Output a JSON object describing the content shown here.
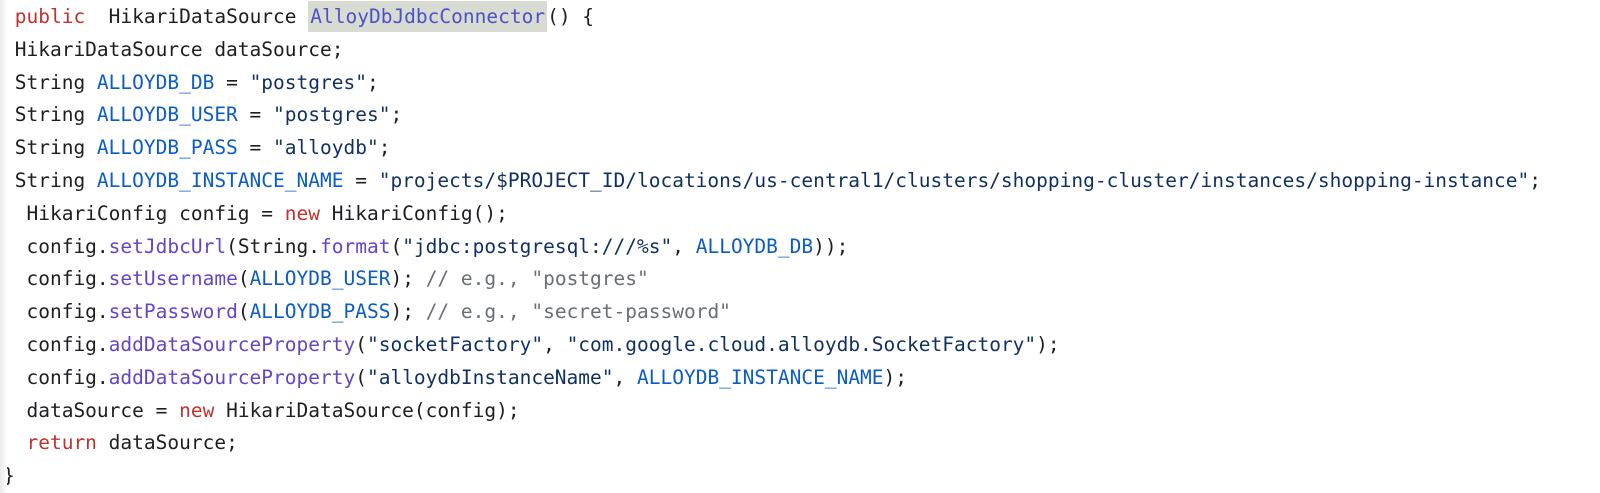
{
  "app": {
    "type": "code-snippet-view",
    "language": "java",
    "snippet_title": "AlloyDbJdbcConnector"
  },
  "colors": {
    "background": "#ffffff",
    "default_text": "#1c1e21",
    "keyword": "#c2312d",
    "constant": "#0b5cc4",
    "function": "#6247c5",
    "definition": "#4d51c7",
    "string": "#10305f",
    "comment": "#696e76",
    "highlight_background": "#d7dbd1"
  },
  "code": {
    "highlighted_symbol": "AlloyDbJdbcConnector",
    "lines": [
      {
        "tokens": [
          [
            "plain",
            " "
          ],
          [
            "keyword",
            "public"
          ],
          [
            "plain",
            "  HikariDataSource "
          ],
          [
            "definition",
            "AlloyDbJdbcConnector"
          ],
          [
            "plain",
            "() {"
          ]
        ]
      },
      {
        "tokens": [
          [
            "plain",
            " HikariDataSource dataSource;"
          ]
        ]
      },
      {
        "tokens": [
          [
            "plain",
            " String "
          ],
          [
            "constant",
            "ALLOYDB_DB"
          ],
          [
            "plain",
            " = "
          ],
          [
            "string",
            "\"postgres\""
          ],
          [
            "plain",
            ";"
          ]
        ]
      },
      {
        "tokens": [
          [
            "plain",
            " String "
          ],
          [
            "constant",
            "ALLOYDB_USER"
          ],
          [
            "plain",
            " = "
          ],
          [
            "string",
            "\"postgres\""
          ],
          [
            "plain",
            ";"
          ]
        ]
      },
      {
        "tokens": [
          [
            "plain",
            " String "
          ],
          [
            "constant",
            "ALLOYDB_PASS"
          ],
          [
            "plain",
            " = "
          ],
          [
            "string",
            "\"alloydb\""
          ],
          [
            "plain",
            ";"
          ]
        ]
      },
      {
        "tokens": [
          [
            "plain",
            " String "
          ],
          [
            "constant",
            "ALLOYDB_INSTANCE_NAME"
          ],
          [
            "plain",
            " = "
          ],
          [
            "string",
            "\"projects/$PROJECT_ID/locations/us-central1/clusters/shopping-cluster/instances/shopping-instance\""
          ],
          [
            "plain",
            ";"
          ]
        ]
      },
      {
        "tokens": [
          [
            "plain",
            "  HikariConfig config = "
          ],
          [
            "keyword",
            "new"
          ],
          [
            "plain",
            " HikariConfig();"
          ]
        ]
      },
      {
        "tokens": [
          [
            "plain",
            "  config."
          ],
          [
            "function",
            "setJdbcUrl"
          ],
          [
            "plain",
            "(String."
          ],
          [
            "function",
            "format"
          ],
          [
            "plain",
            "("
          ],
          [
            "string",
            "\"jdbc:postgresql:///%s\""
          ],
          [
            "plain",
            ", "
          ],
          [
            "constant",
            "ALLOYDB_DB"
          ],
          [
            "plain",
            "));"
          ]
        ]
      },
      {
        "tokens": [
          [
            "plain",
            "  config."
          ],
          [
            "function",
            "setUsername"
          ],
          [
            "plain",
            "("
          ],
          [
            "constant",
            "ALLOYDB_USER"
          ],
          [
            "plain",
            "); "
          ],
          [
            "comment",
            "// e.g., \"postgres\""
          ]
        ]
      },
      {
        "tokens": [
          [
            "plain",
            "  config."
          ],
          [
            "function",
            "setPassword"
          ],
          [
            "plain",
            "("
          ],
          [
            "constant",
            "ALLOYDB_PASS"
          ],
          [
            "plain",
            "); "
          ],
          [
            "comment",
            "// e.g., \"secret-password\""
          ]
        ]
      },
      {
        "tokens": [
          [
            "plain",
            "  config."
          ],
          [
            "function",
            "addDataSourceProperty"
          ],
          [
            "plain",
            "("
          ],
          [
            "string",
            "\"socketFactory\""
          ],
          [
            "plain",
            ", "
          ],
          [
            "string",
            "\"com.google.cloud.alloydb.SocketFactory\""
          ],
          [
            "plain",
            ");"
          ]
        ]
      },
      {
        "tokens": [
          [
            "plain",
            "  config."
          ],
          [
            "function",
            "addDataSourceProperty"
          ],
          [
            "plain",
            "("
          ],
          [
            "string",
            "\"alloydbInstanceName\""
          ],
          [
            "plain",
            ", "
          ],
          [
            "constant",
            "ALLOYDB_INSTANCE_NAME"
          ],
          [
            "plain",
            ");"
          ]
        ]
      },
      {
        "tokens": [
          [
            "plain",
            "  dataSource = "
          ],
          [
            "keyword",
            "new"
          ],
          [
            "plain",
            " HikariDataSource(config);"
          ]
        ]
      },
      {
        "tokens": [
          [
            "plain",
            "  "
          ],
          [
            "keyword",
            "return"
          ],
          [
            "plain",
            " dataSource;"
          ]
        ]
      },
      {
        "tokens": [
          [
            "plain",
            "}"
          ]
        ]
      }
    ]
  }
}
